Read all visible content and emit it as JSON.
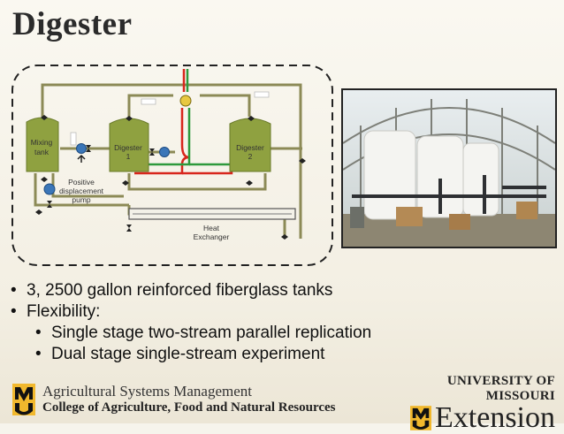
{
  "title": "Digester",
  "diagram": {
    "mixing_tank": [
      "Mixing",
      "tank"
    ],
    "digester1": [
      "Digester",
      "1"
    ],
    "digester2": [
      "Digester",
      "2"
    ],
    "pump": [
      "Positive",
      "displacement",
      "pump"
    ],
    "heat_exchanger": [
      "Heat",
      "Exchanger"
    ]
  },
  "bullets": [
    {
      "text": "3, 2500 gallon reinforced fiberglass tanks",
      "level": 1
    },
    {
      "text": "Flexibility:",
      "level": 1
    },
    {
      "text": "Single stage two-stream parallel replication",
      "level": 2
    },
    {
      "text": "Dual stage single-stream experiment",
      "level": 2
    }
  ],
  "footer": {
    "dept": "Agricultural Systems Management",
    "college": "College of Agriculture, Food and Natural Resources",
    "university": "UNIVERSITY OF MISSOURI",
    "extension": "Extension"
  },
  "colors": {
    "tank_green": "#8fa140",
    "pipe_olive": "#8c8a56",
    "pipe_red": "#d8261c",
    "pipe_green": "#2e9a3c",
    "pump_blue": "#3b76b8",
    "mu_gold": "#f1b82d"
  }
}
